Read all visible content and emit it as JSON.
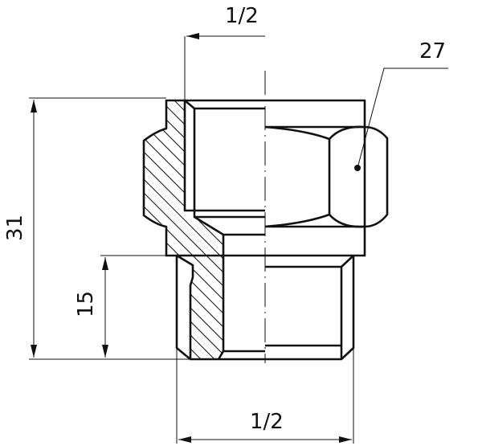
{
  "drawing": {
    "title": "Threaded pipe union fitting cross-section",
    "dimensions": {
      "top_thread": "1/2",
      "hex_size": "27",
      "overall_height": "31",
      "thread_length": "15",
      "bottom_thread": "1/2"
    },
    "line_color": "#111111"
  }
}
